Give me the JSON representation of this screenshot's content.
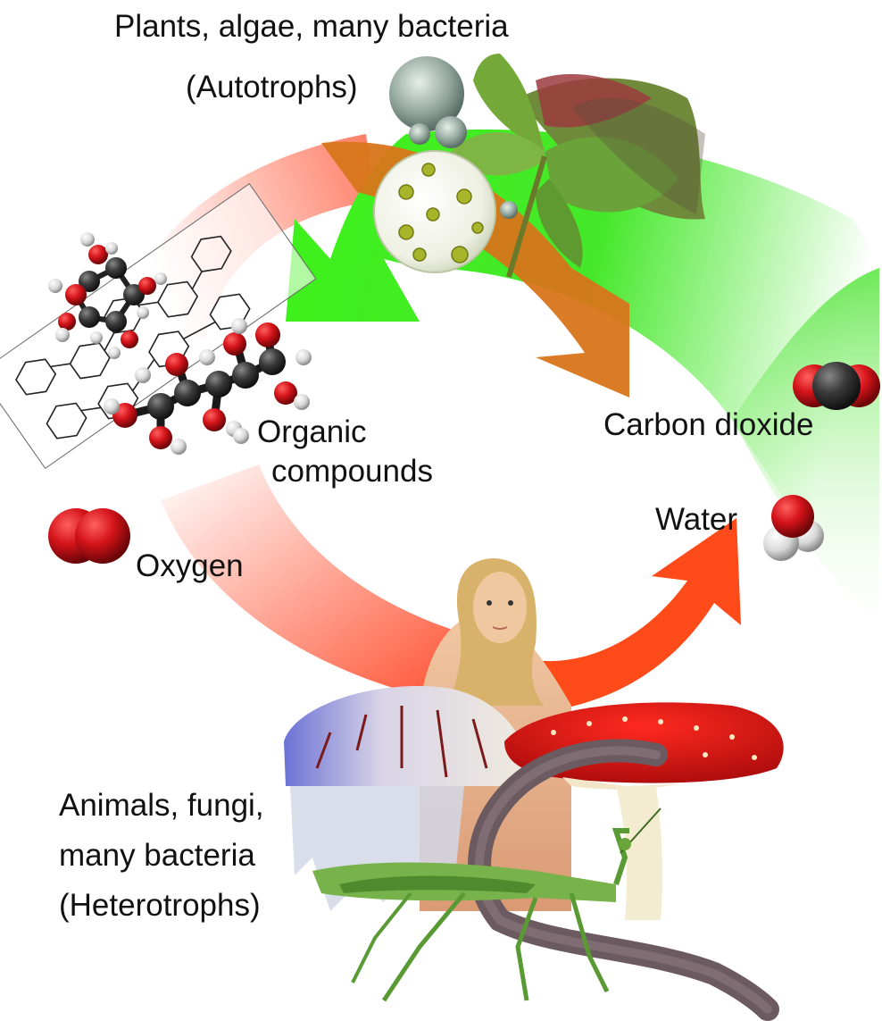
{
  "labels": {
    "autotrophs_line1": "Plants, algae, many bacteria",
    "autotrophs_line2": "(Autotrophs)",
    "organic_line1": "Organic",
    "organic_line2": "compounds",
    "carbon_dioxide": "Carbon dioxide",
    "water": "Water",
    "oxygen": "Oxygen",
    "heterotrophs_line1": "Animals, fungi,",
    "heterotrophs_line2": "many bacteria",
    "heterotrophs_line3": "(Heterotrophs)"
  },
  "colors": {
    "green_arrow": "#3ef21a",
    "orange_arrow": "#d8751a",
    "red_arrow": "#ff4a1a",
    "oxygen_atom": "#d4141a",
    "carbon_atom": "#3a3a3a",
    "hydrogen_atom": "#e8e8e8"
  },
  "icons": [
    "oxygen-molecule-icon",
    "carbon-dioxide-molecule-icon",
    "water-molecule-icon",
    "glucose-molecule-icon",
    "cellulose-structure-icon",
    "plant-leaves-icon",
    "algae-cell-icon",
    "mushroom-icon",
    "jellyfish-icon",
    "human-icon",
    "earthworm-icon",
    "mantis-icon"
  ]
}
